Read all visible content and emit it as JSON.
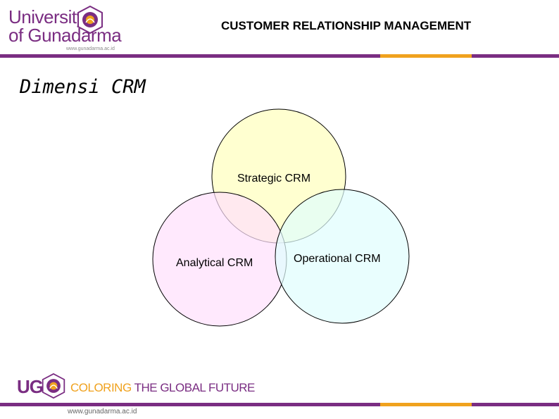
{
  "header": {
    "logo_line1": "University",
    "logo_line2": "of Gunadarma",
    "logo_url": "www.gunadarma.ac.id",
    "title": "CUSTOMER RELATIONSHIP MANAGEMENT"
  },
  "slide": {
    "title": "Dimensi CRM"
  },
  "venn": {
    "circles": [
      {
        "label": "Strategic CRM",
        "color": "#ffffc8"
      },
      {
        "label": "Analytical CRM",
        "color": "#ffe0fc"
      },
      {
        "label": "Operational CRM",
        "color": "#e0fdfd"
      }
    ]
  },
  "footer": {
    "brand": "UG",
    "tagline_part1": "COLORING",
    "tagline_part2": " THE GLOBAL FUTURE",
    "url": "www.gunadarma.ac.id"
  },
  "colors": {
    "brand_purple": "#7a2d82",
    "brand_orange": "#f0a21e",
    "brand_red": "#e85a1c"
  }
}
